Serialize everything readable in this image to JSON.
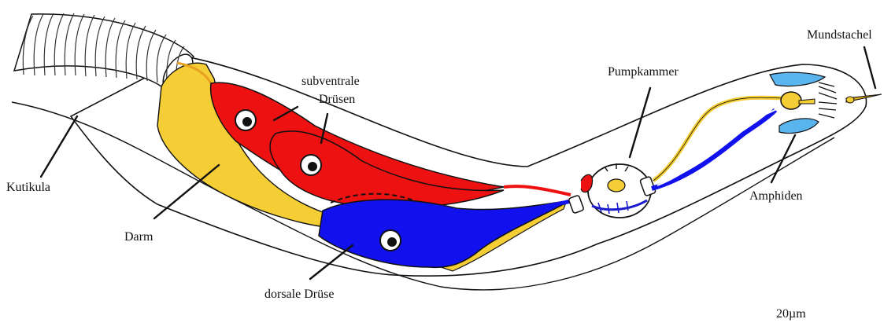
{
  "diagram": {
    "labels": {
      "mundstachel": "Mundstachel",
      "pumpkammer": "Pumpkammer",
      "subventrale_line1": "subventrale",
      "subventrale_line2": "Drüsen",
      "kutikula": "Kutikula",
      "darm": "Darm",
      "dorsale_druese": "dorsale Drüse",
      "amphiden": "Amphiden",
      "scale": "20µm"
    },
    "colors": {
      "gland_red": "#ee1111",
      "gland_blue": "#1111ee",
      "intestine_yellow": "#f5cd35",
      "amphid_blue": "#5ab4ee",
      "outline": "#111111"
    }
  }
}
